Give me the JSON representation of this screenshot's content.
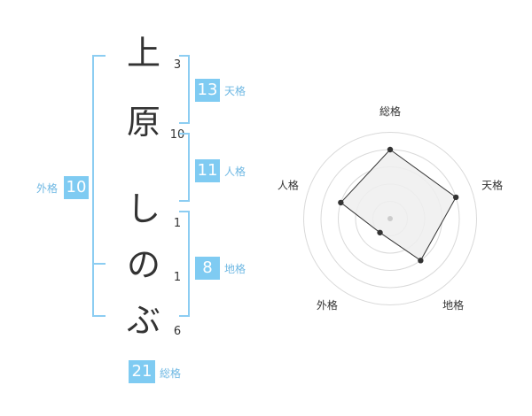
{
  "name_chars": [
    {
      "char": "上",
      "strokes": "3"
    },
    {
      "char": "原",
      "strokes": "10"
    },
    {
      "char": "し",
      "strokes": "1"
    },
    {
      "char": "の",
      "strokes": "1"
    },
    {
      "char": "ぶ",
      "strokes": "6"
    }
  ],
  "fortunes": {
    "tenkaku": {
      "value": "13",
      "label": "天格"
    },
    "jinkaku": {
      "value": "11",
      "label": "人格"
    },
    "chikaku": {
      "value": "8",
      "label": "地格"
    },
    "gaikaku": {
      "value": "10",
      "label": "外格"
    },
    "soukaku": {
      "value": "21",
      "label": "総格"
    }
  },
  "colors": {
    "badge": "#7fcbf2",
    "bracket": "#8ccdf2",
    "label": "#6fb8e3",
    "radar_fill": "#efefef",
    "radar_line": "#333333",
    "ring": "#d9d9d9"
  },
  "chart_data": {
    "type": "radar",
    "axes": [
      "総格",
      "天格",
      "地格",
      "外格",
      "人格"
    ],
    "values": [
      4,
      4,
      3,
      1,
      3
    ],
    "max": 4,
    "rings": 4
  }
}
